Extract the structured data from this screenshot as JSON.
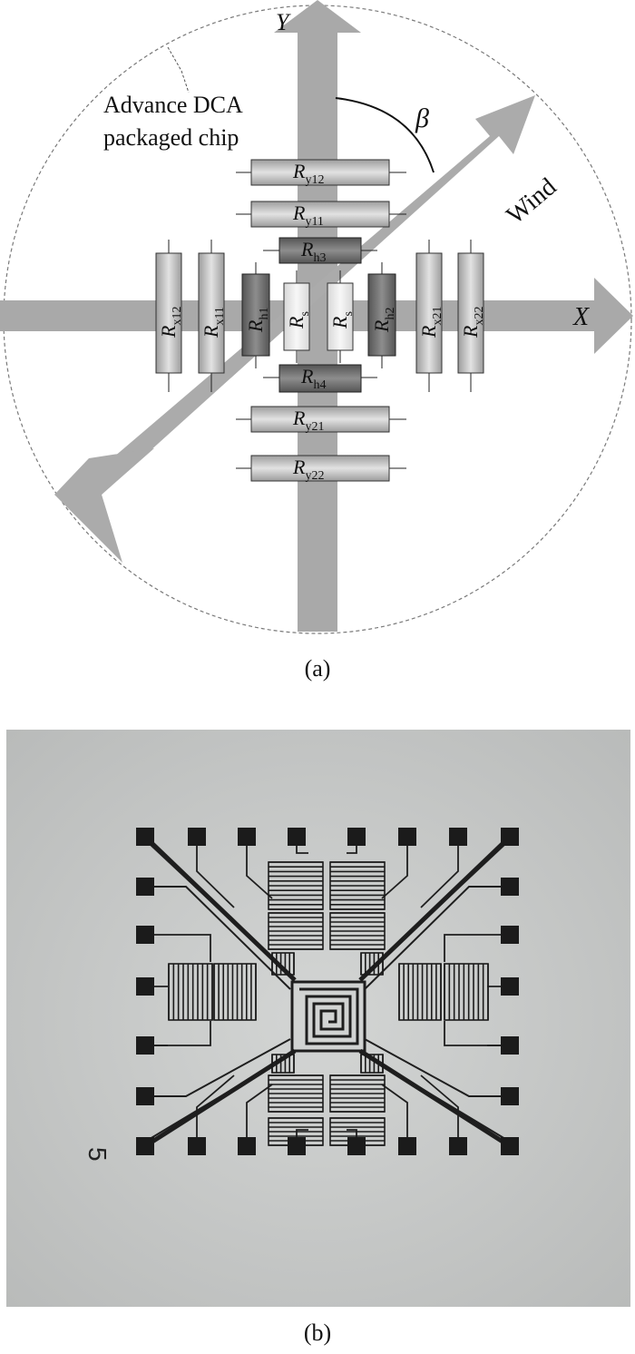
{
  "panel_a": {
    "caption": "(a)",
    "chip_label_line1": "Advance DCA",
    "chip_label_line2": "packaged chip",
    "axis_x": "X",
    "axis_y": "Y",
    "angle_label": "β",
    "wind_label": "Wind",
    "resistors": {
      "ry12": {
        "main": "R",
        "sub": "y12"
      },
      "ry11": {
        "main": "R",
        "sub": "y11"
      },
      "rh3": {
        "main": "R",
        "sub": "h3"
      },
      "rh4": {
        "main": "R",
        "sub": "h4"
      },
      "ry21": {
        "main": "R",
        "sub": "y21"
      },
      "ry22": {
        "main": "R",
        "sub": "y22"
      },
      "rx12": {
        "main": "R",
        "sub": "x12"
      },
      "rx11": {
        "main": "R",
        "sub": "x11"
      },
      "rh1": {
        "main": "R",
        "sub": "h1"
      },
      "rs1": {
        "main": "R",
        "sub": "s"
      },
      "rs2": {
        "main": "R",
        "sub": "s"
      },
      "rh2": {
        "main": "R",
        "sub": "h2"
      },
      "rx21": {
        "main": "R",
        "sub": "x21"
      },
      "rx22": {
        "main": "R",
        "sub": "x22"
      }
    },
    "colors": {
      "arrow": "#a8a8a8",
      "resistor_light": "#c9c9c9",
      "resistor_dark": "#6e6e6e",
      "resistor_pale": "#e4e4e4"
    }
  },
  "panel_b": {
    "caption": "(b)",
    "chip_marker": "5",
    "colors": {
      "background": "#c2c4c3",
      "metal": "#1b1b1b"
    }
  }
}
